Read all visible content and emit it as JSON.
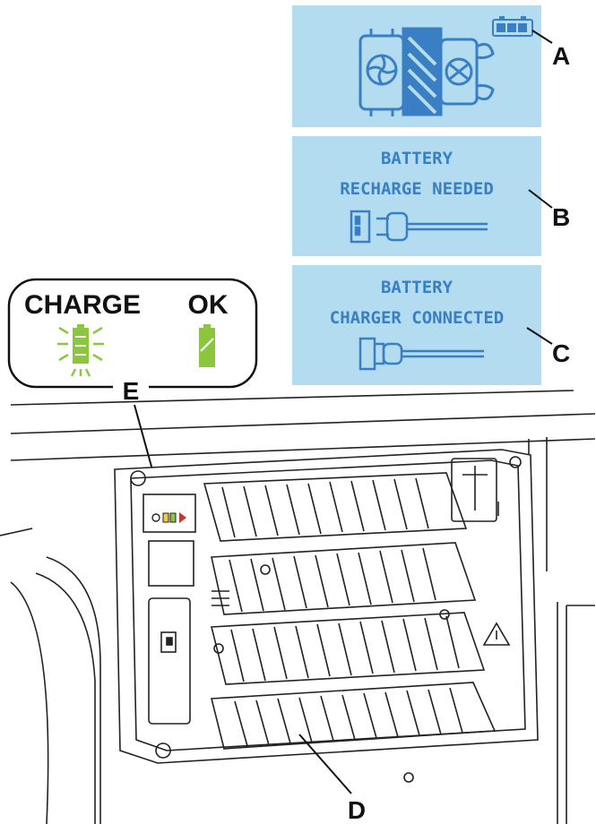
{
  "panels": {
    "panel_b": {
      "line1": "BATTERY",
      "line2": "RECHARGE NEEDED"
    },
    "panel_c": {
      "line1": "BATTERY",
      "line2": "CHARGER CONNECTED"
    }
  },
  "legend": {
    "charge_label": "CHARGE",
    "ok_label": "OK"
  },
  "callouts": {
    "a": "A",
    "b": "B",
    "c": "C",
    "d": "D",
    "e": "E"
  },
  "colors": {
    "lcd_background": "#b3dcf0",
    "lcd_ink": "#3a7fc4",
    "led_green": "#8cc63f",
    "line_art": "#222222"
  }
}
